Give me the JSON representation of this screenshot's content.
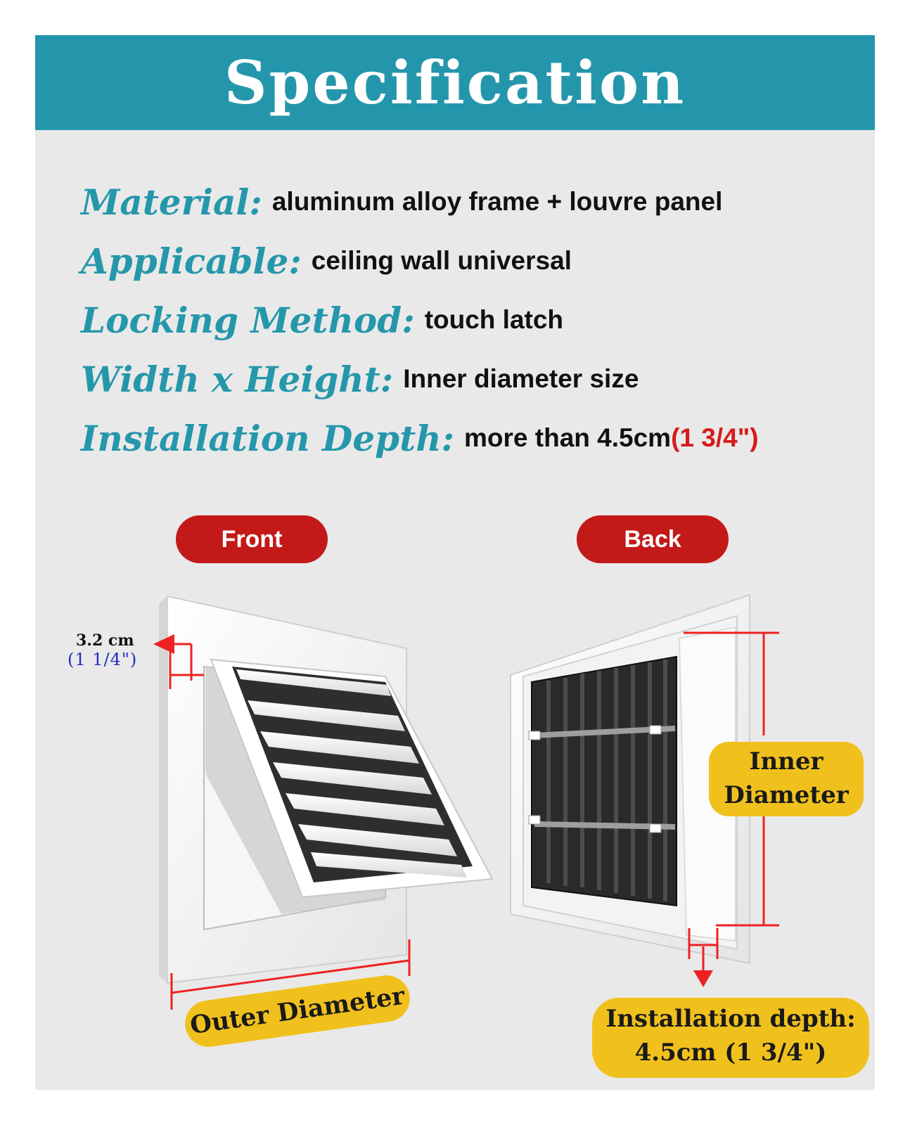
{
  "header": {
    "title": "Specification"
  },
  "specs": [
    {
      "label": "Material:",
      "value": "aluminum alloy frame + louvre panel"
    },
    {
      "label": "Applicable:",
      "value": "ceiling wall universal"
    },
    {
      "label": "Locking Method:",
      "value": "touch latch"
    },
    {
      "label": "Width x Height:",
      "value": "Inner diameter size"
    },
    {
      "label": "Installation Depth:",
      "value": "more than 4.5cm",
      "accent": "(1 3/4\")"
    }
  ],
  "views": {
    "front_label": "Front",
    "back_label": "Back"
  },
  "front_dimension": {
    "metric": "3.2 cm",
    "imperial": "(1 1/4\")"
  },
  "annotations": {
    "outer_diameter": "Outer Diameter",
    "inner_diameter_line1": "Inner",
    "inner_diameter_line2": "Diameter",
    "installation_depth_line1": "Installation depth:",
    "installation_depth_line2": "4.5cm (1 3/4\")"
  },
  "colors": {
    "banner": "#2496ac",
    "label_teal": "#2597ab",
    "accent_red": "#c31919",
    "tag_yellow": "#f0c11c",
    "panel_grey": "#e9e9e9"
  }
}
